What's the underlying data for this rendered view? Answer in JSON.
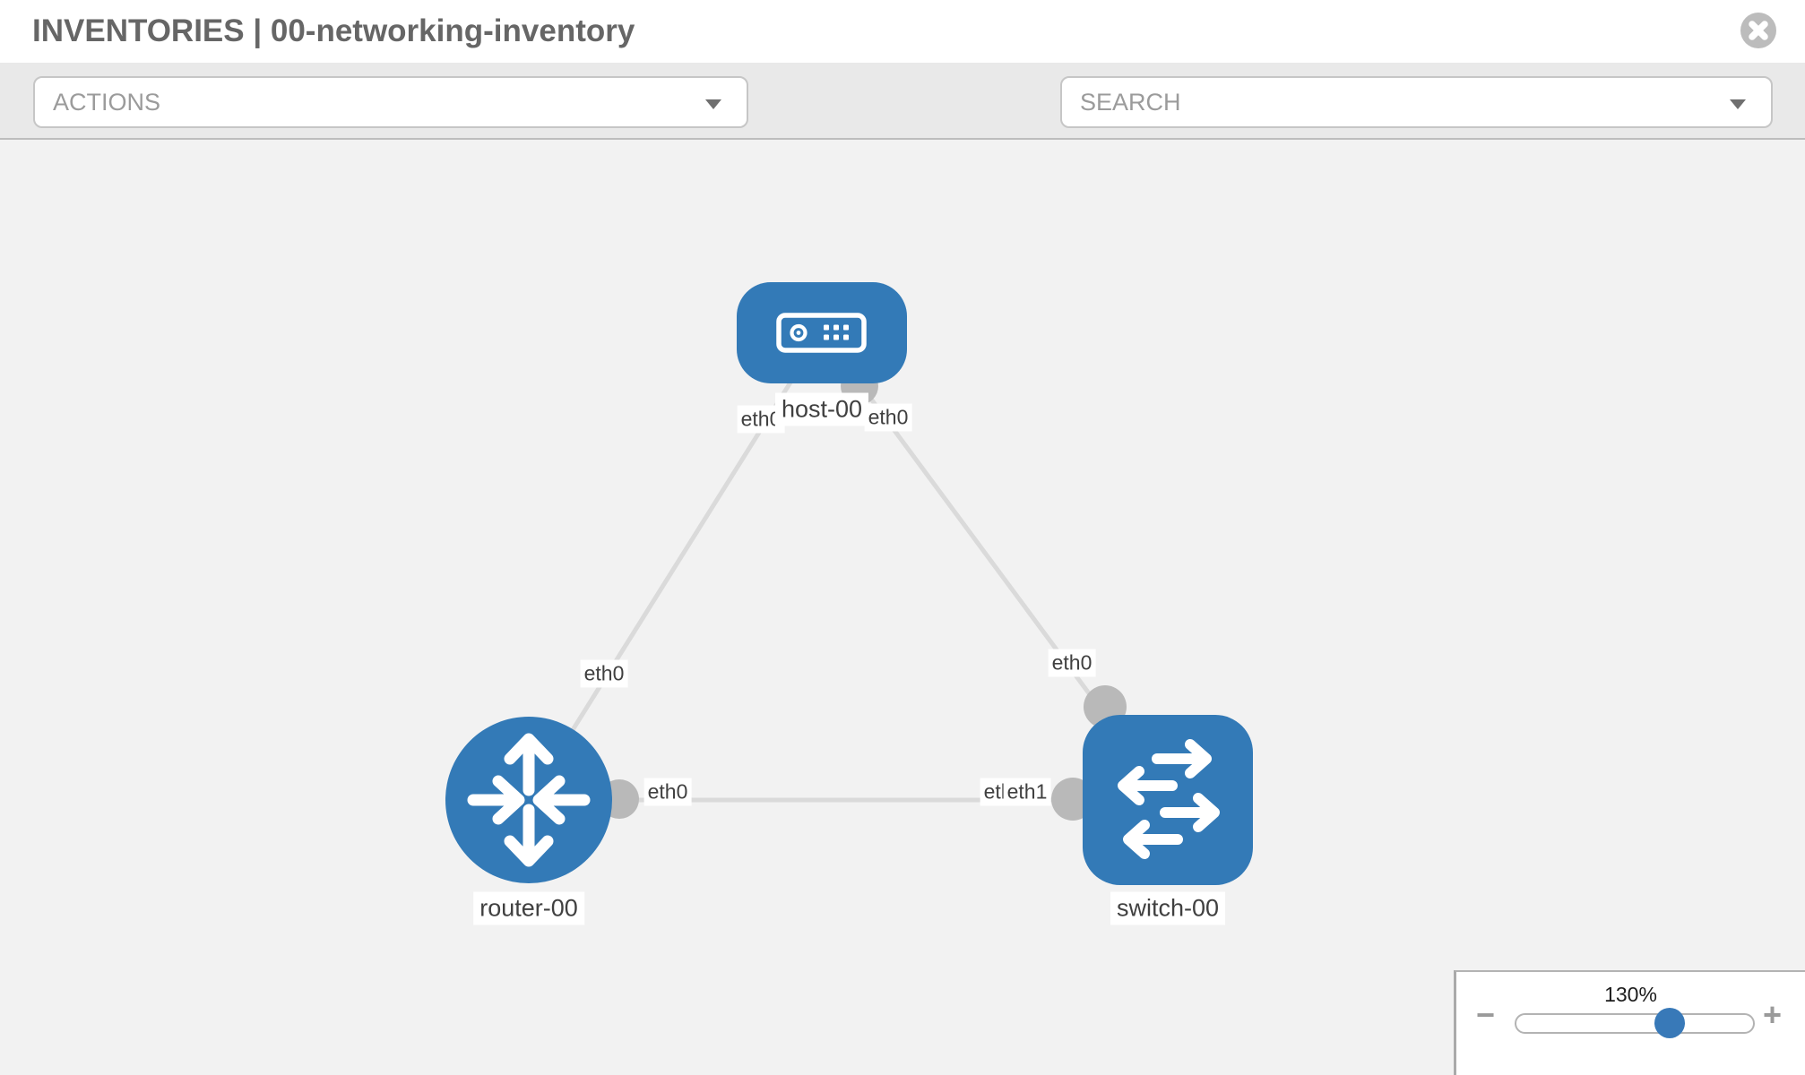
{
  "header": {
    "title": "INVENTORIES | 00-networking-inventory"
  },
  "toolbar": {
    "actions_label": "ACTIONS",
    "search_label": "SEARCH"
  },
  "graph": {
    "nodes": [
      {
        "id": "host-00",
        "type": "host",
        "label": "host-00"
      },
      {
        "id": "router-00",
        "type": "router",
        "label": "router-00"
      },
      {
        "id": "switch-00",
        "type": "switch",
        "label": "switch-00"
      }
    ],
    "links": [
      {
        "source": "router-00",
        "target": "host-00",
        "source_interface": "eth0",
        "target_interface": "eth0"
      },
      {
        "source": "host-00",
        "target": "switch-00",
        "source_interface": "eth0",
        "target_interface": "eth0"
      },
      {
        "source": "router-00",
        "target": "switch-00",
        "source_interface": "eth0",
        "target_interfaces": [
          "eth0",
          "eth1"
        ]
      }
    ]
  },
  "zoom_panel": {
    "level": "130%",
    "minus_label": "−",
    "plus_label": "+"
  },
  "colors": {
    "node_blue": "#337ab7",
    "edge_gray": "#dadada",
    "port_gray": "#b9b9b9",
    "canvas_bg": "#f2f2f2",
    "toolbar_bg": "#e9e9e9",
    "icon_slate": "#7f8a95"
  }
}
